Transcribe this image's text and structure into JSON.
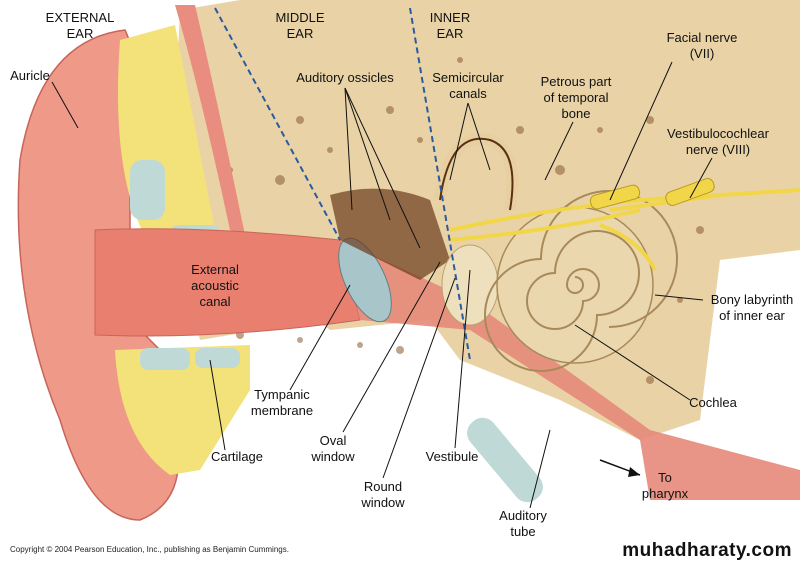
{
  "regions": {
    "external": "EXTERNAL\nEAR",
    "middle": "MIDDLE\nEAR",
    "inner": "INNER\nEAR"
  },
  "labels": {
    "auricle": "Auricle",
    "ossicles": "Auditory ossicles",
    "semicircular": "Semicircular\ncanals",
    "petrous": "Petrous part\nof temporal\nbone",
    "facial": "Facial nerve\n(VII)",
    "vestibulocochlear": "Vestibulocochlear\nnerve (VIII)",
    "canal": "External\nacoustic\ncanal",
    "bony": "Bony labyrinth\nof inner ear",
    "tympanic": "Tympanic\nmembrane",
    "cochlea": "Cochlea",
    "cartilage": "Cartilage",
    "oval": "Oval\nwindow",
    "vestibule": "Vestibule",
    "round": "Round\nwindow",
    "tube": "Auditory\ntube",
    "pharynx": "To\npharynx"
  },
  "copyright": "Copyright © 2004 Pearson Education, Inc., publishing as Benjamin Cummings.",
  "watermark": "muhadharaty.com",
  "colors": {
    "bone": "#e9d3a6",
    "skin": "#ef9a88",
    "fat": "#f3e27a",
    "cartilage": "#bfd9d6",
    "nerve": "#f2d64a"
  }
}
